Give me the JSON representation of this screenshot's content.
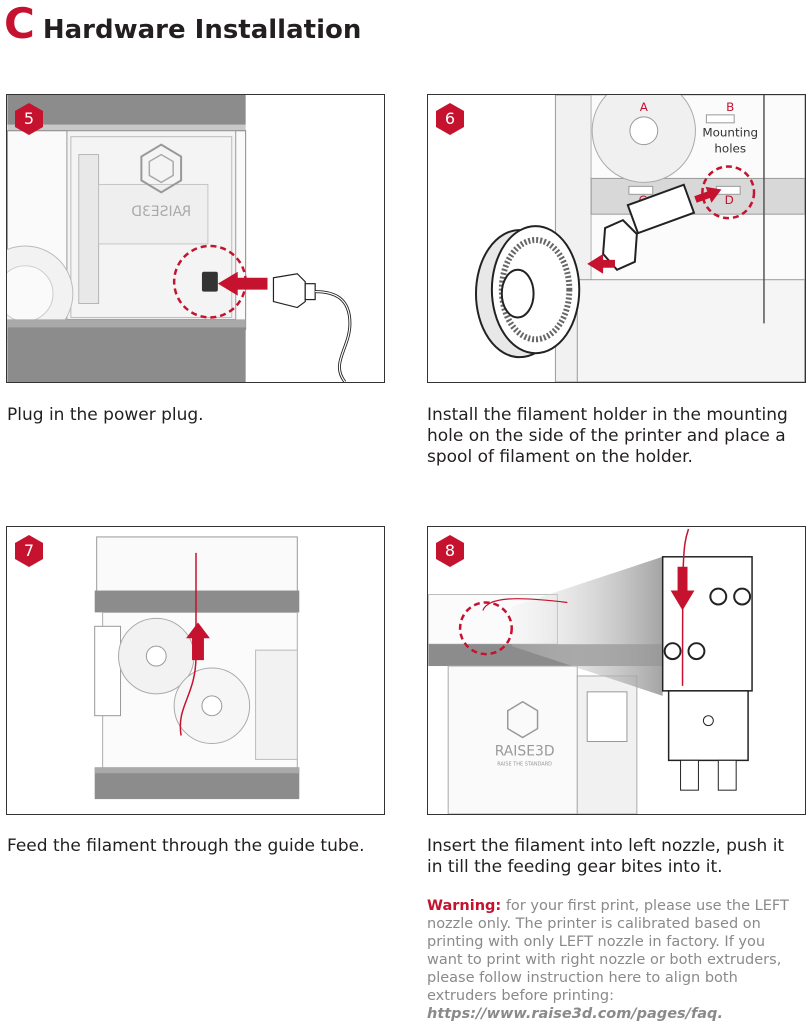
{
  "header": {
    "letter": "C",
    "title": "Hardware Installation"
  },
  "steps": [
    {
      "number": "5",
      "caption": "Plug in the power plug."
    },
    {
      "number": "6",
      "caption": "Install the filament holder in the mounting hole on the side of the printer and place a spool of filament on the holder.",
      "labels": {
        "a": "A",
        "b": "B",
        "c": "C",
        "d": "D",
        "mounting_line1": "Mounting",
        "mounting_line2": "holes"
      }
    },
    {
      "number": "7",
      "caption": "Feed the filament through the guide tube."
    },
    {
      "number": "8",
      "caption": "Insert the filament into left nozzle, push it in till the feeding gear bites into it.",
      "brand": "RAISE3D",
      "slogan": "RAISE THE STANDARD"
    }
  ],
  "warning": {
    "label": "Warning:",
    "text": " for your first print, please use the LEFT nozzle only. The printer is calibrated based on printing with only LEFT nozzle in factory. If you want to print with right nozzle or both extruders, please follow instruction here to align both extruders before printing: ",
    "link": "https://www.raise3d.com/pages/faq."
  },
  "colors": {
    "accent": "#c4122f",
    "text": "#231f20",
    "muted": "#8a8a8a"
  }
}
